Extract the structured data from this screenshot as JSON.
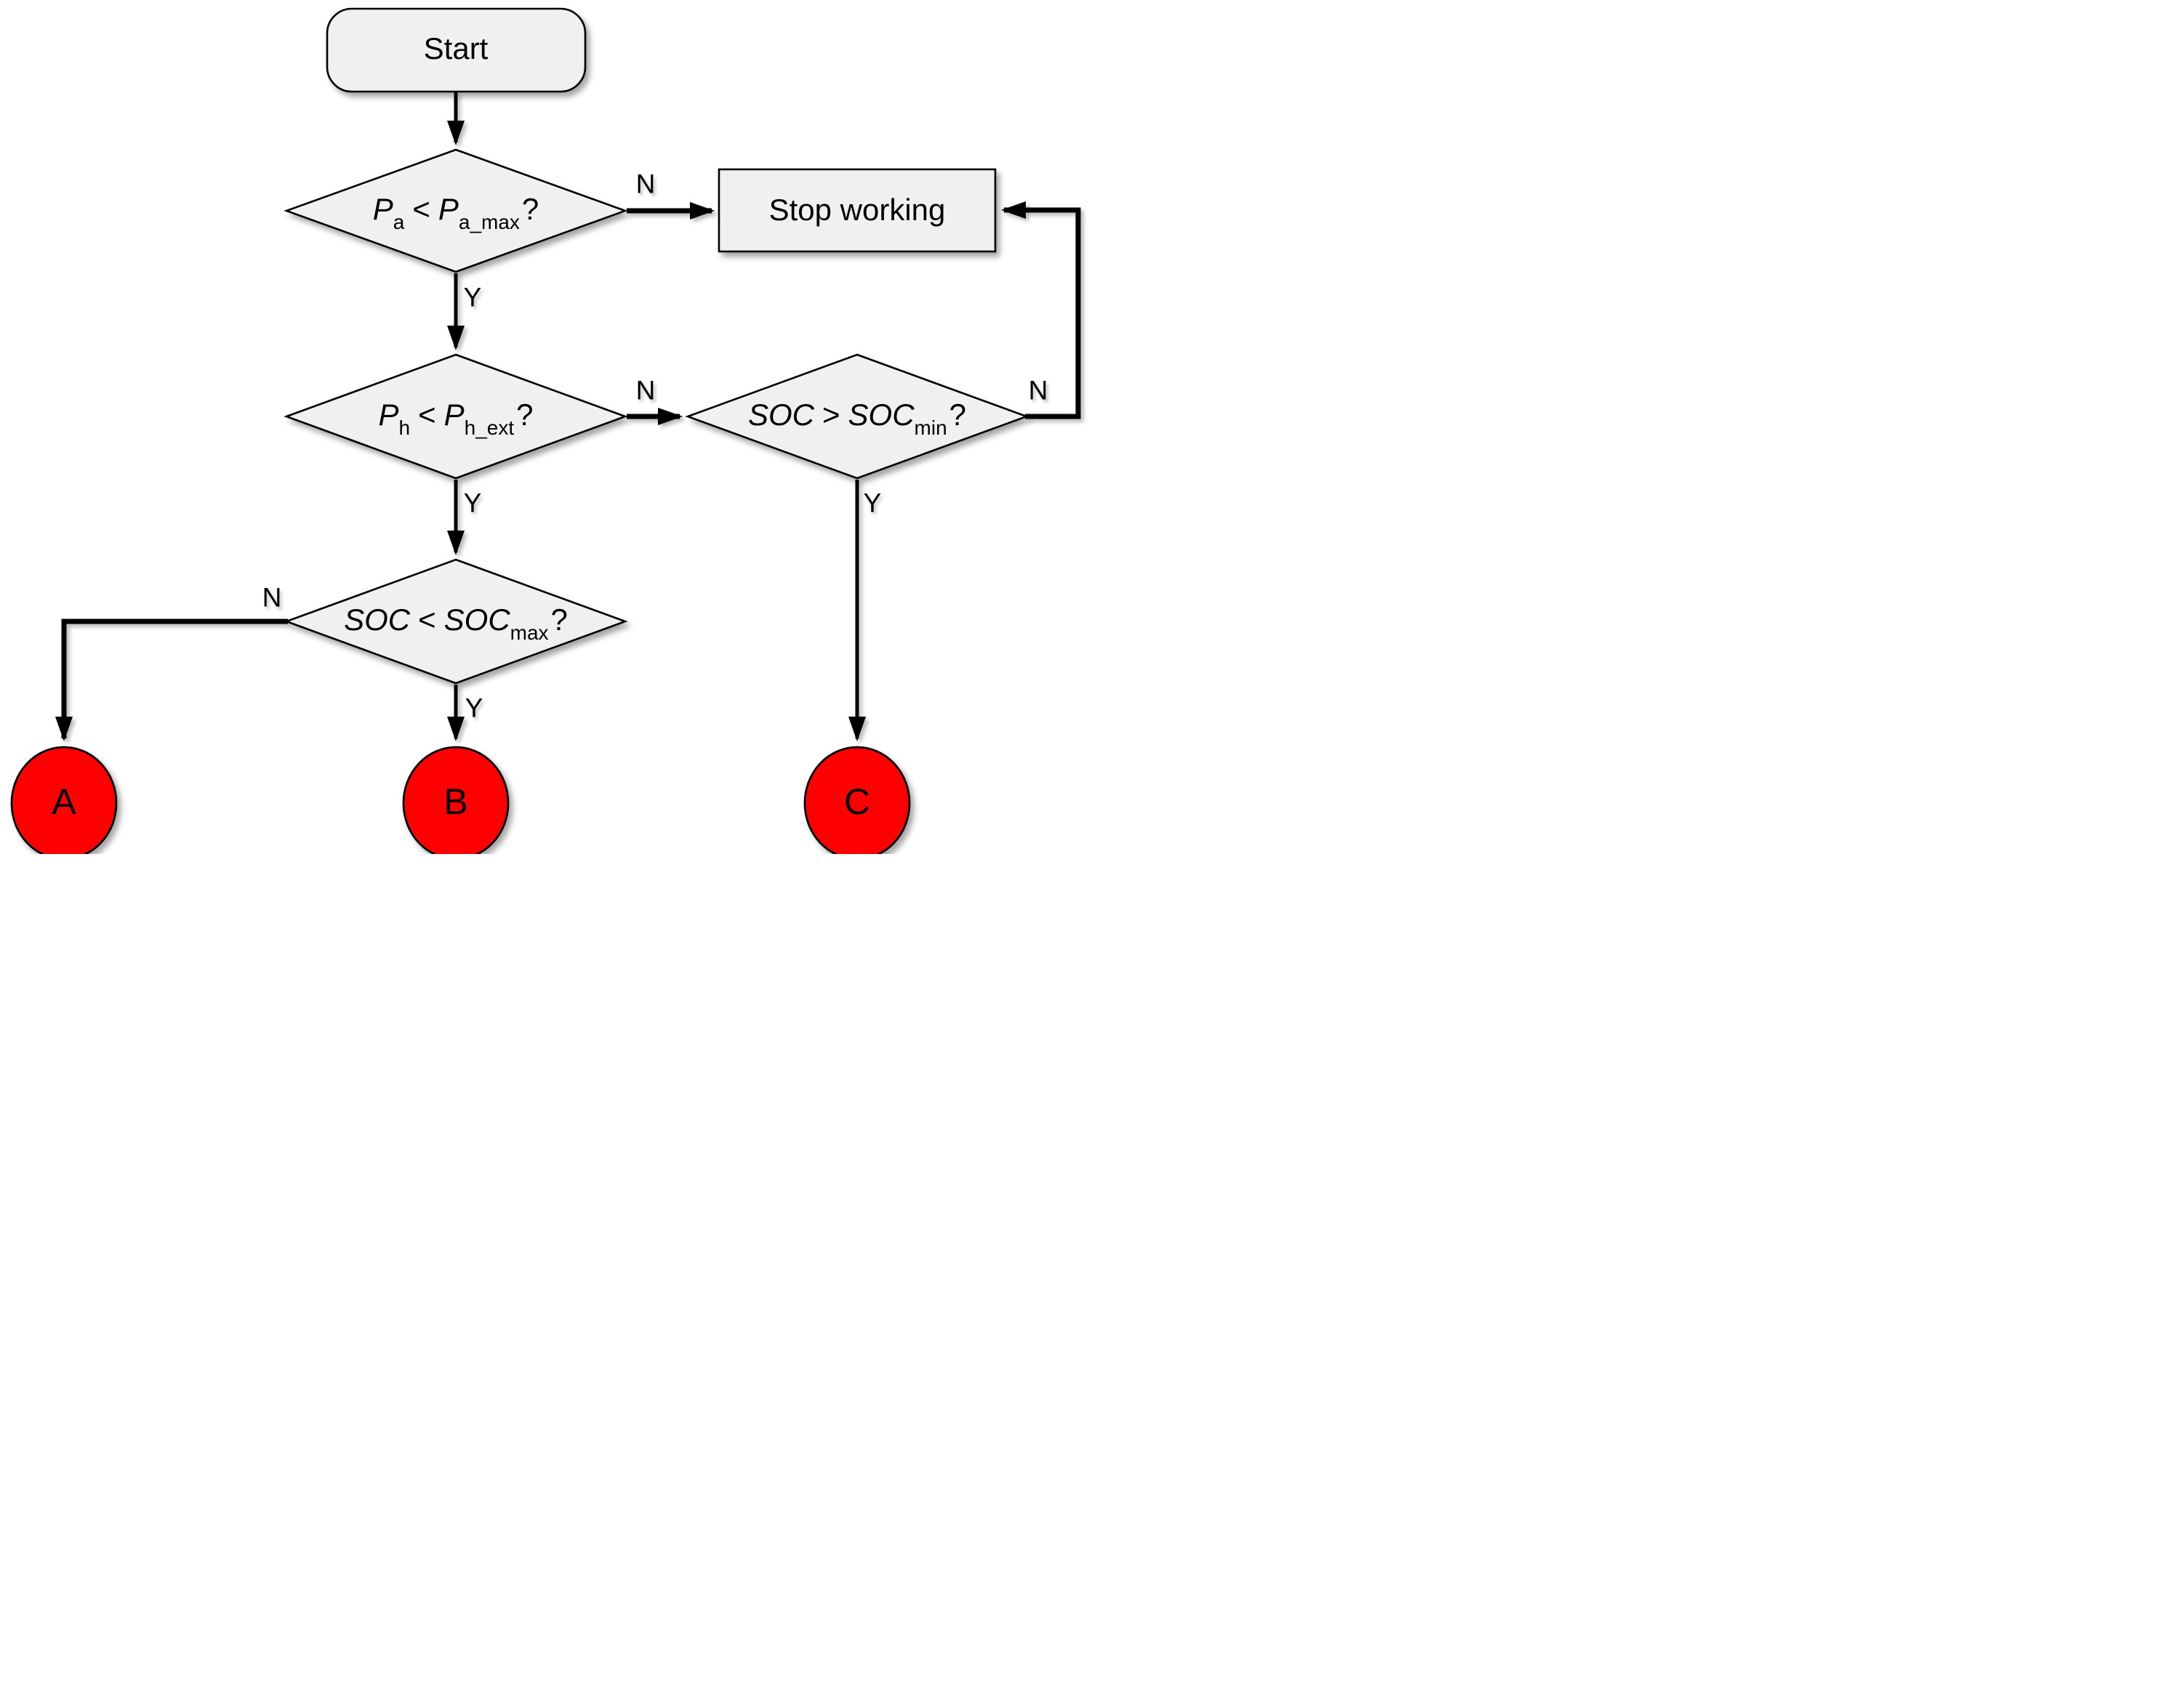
{
  "diagram_type": "flowchart",
  "colors": {
    "node_fill": "#f0f0f0",
    "terminal_fill": "#ff0000",
    "node_border": "#000000",
    "connector": "#000000"
  },
  "nodes": {
    "start": {
      "label": "Start",
      "shape": "rounded-rect"
    },
    "stop": {
      "label": "Stop working",
      "shape": "rect"
    },
    "d1": {
      "t1": "P",
      "s1": "a",
      "op": "<",
      "t2": "P",
      "s2": "a_max",
      "q": "?",
      "shape": "diamond"
    },
    "d2": {
      "t1": "P",
      "s1": "h",
      "op": "<",
      "t2": "P",
      "s2": "h_ext",
      "q": "?",
      "shape": "diamond"
    },
    "d3": {
      "t1": "SOC",
      "s1": "",
      "op": ">",
      "t2": "SOC",
      "s2": "min",
      "q": "?",
      "shape": "diamond"
    },
    "d4": {
      "t1": "SOC",
      "s1": "",
      "op": "<",
      "t2": "SOC",
      "s2": "max",
      "q": "?",
      "shape": "diamond"
    },
    "a": {
      "label": "A",
      "shape": "circle"
    },
    "b": {
      "label": "B",
      "shape": "circle"
    },
    "c": {
      "label": "C",
      "shape": "circle"
    }
  },
  "edge_labels": {
    "d1_n": "N",
    "d1_y": "Y",
    "d2_n": "N",
    "d2_y": "Y",
    "d3_n": "N",
    "d3_y": "Y",
    "d4_n": "N",
    "d4_y": "Y"
  },
  "edges": [
    {
      "from": "start",
      "to": "d1",
      "label": ""
    },
    {
      "from": "d1",
      "to": "stop",
      "label": "N"
    },
    {
      "from": "d1",
      "to": "d2",
      "label": "Y"
    },
    {
      "from": "d2",
      "to": "d3",
      "label": "N"
    },
    {
      "from": "d2",
      "to": "d4",
      "label": "Y"
    },
    {
      "from": "d3",
      "to": "stop",
      "label": "N"
    },
    {
      "from": "d3",
      "to": "c",
      "label": "Y"
    },
    {
      "from": "d4",
      "to": "a",
      "label": "N"
    },
    {
      "from": "d4",
      "to": "b",
      "label": "Y"
    }
  ]
}
